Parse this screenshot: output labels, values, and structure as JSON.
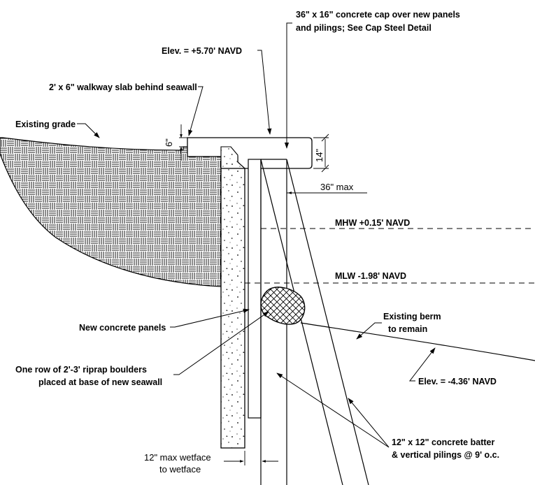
{
  "labels": {
    "cap_note_line1": "36\" x 16\" concrete cap over new panels",
    "cap_note_line2": "and pilings; See Cap Steel Detail",
    "elev_top": "Elev. = +5.70' NAVD",
    "walkway": "2' x 6\" walkway slab behind seawall",
    "existing_grade": "Existing grade",
    "dim_6in": "6\"",
    "dim_14in": "14\"",
    "dim_36max": "36\" max",
    "mhw": "MHW +0.15' NAVD",
    "mlw": "MLW -1.98' NAVD",
    "existing_berm_line1": "Existing berm",
    "existing_berm_line2": "to remain",
    "new_panels": "New concrete panels",
    "riprap_line1": "One row of 2'-3' riprap boulders",
    "riprap_line2": "placed at base of new seawall",
    "elev_bottom": "Elev. = -4.36' NAVD",
    "wetface_line1": "12\" max wetface",
    "wetface_line2": "to wetface",
    "pilings_line1": "12\" x 12\" concrete batter",
    "pilings_line2": "& vertical pilings @ 9' o.c."
  }
}
